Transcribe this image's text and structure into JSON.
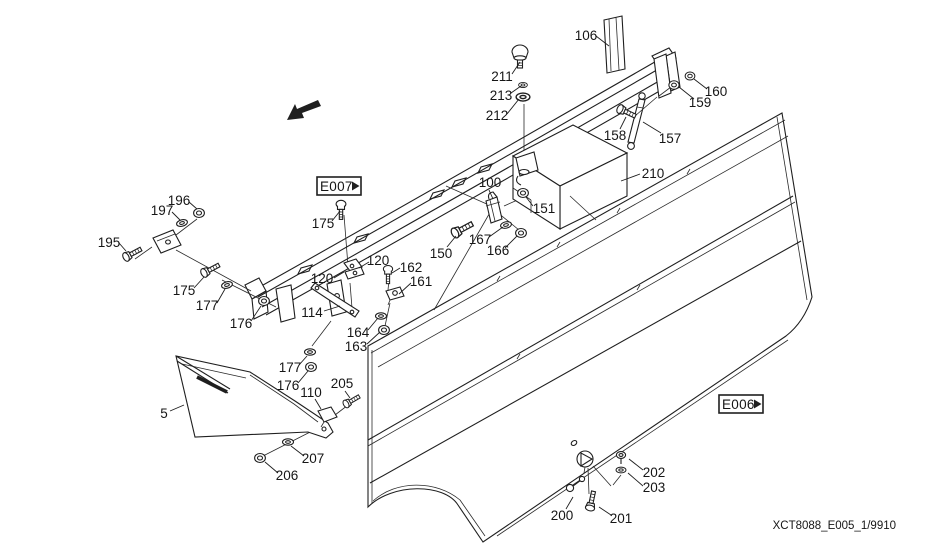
{
  "figure": {
    "drawing_code": "XCT8088_E005_1/9910",
    "ref_links": [
      {
        "label": "E007"
      },
      {
        "label": "E006"
      }
    ],
    "colors": {
      "ink": "#1f1f1f",
      "paper": "#ffffff"
    },
    "callouts": [
      {
        "ref": "106"
      },
      {
        "ref": "211"
      },
      {
        "ref": "213"
      },
      {
        "ref": "212"
      },
      {
        "ref": "158"
      },
      {
        "ref": "157"
      },
      {
        "ref": "159"
      },
      {
        "ref": "160"
      },
      {
        "ref": "210"
      },
      {
        "ref": "100"
      },
      {
        "ref": "151"
      },
      {
        "ref": "150"
      },
      {
        "ref": "167"
      },
      {
        "ref": "166"
      },
      {
        "ref": "175"
      },
      {
        "ref": "120"
      },
      {
        "ref": "120"
      },
      {
        "ref": "162"
      },
      {
        "ref": "161"
      },
      {
        "ref": "114"
      },
      {
        "ref": "164"
      },
      {
        "ref": "163"
      },
      {
        "ref": "196"
      },
      {
        "ref": "197"
      },
      {
        "ref": "195"
      },
      {
        "ref": "175"
      },
      {
        "ref": "177"
      },
      {
        "ref": "176"
      },
      {
        "ref": "177"
      },
      {
        "ref": "176"
      },
      {
        "ref": "110"
      },
      {
        "ref": "205"
      },
      {
        "ref": "5"
      },
      {
        "ref": "207"
      },
      {
        "ref": "206"
      },
      {
        "ref": "202"
      },
      {
        "ref": "203"
      },
      {
        "ref": "200"
      },
      {
        "ref": "201"
      }
    ]
  }
}
